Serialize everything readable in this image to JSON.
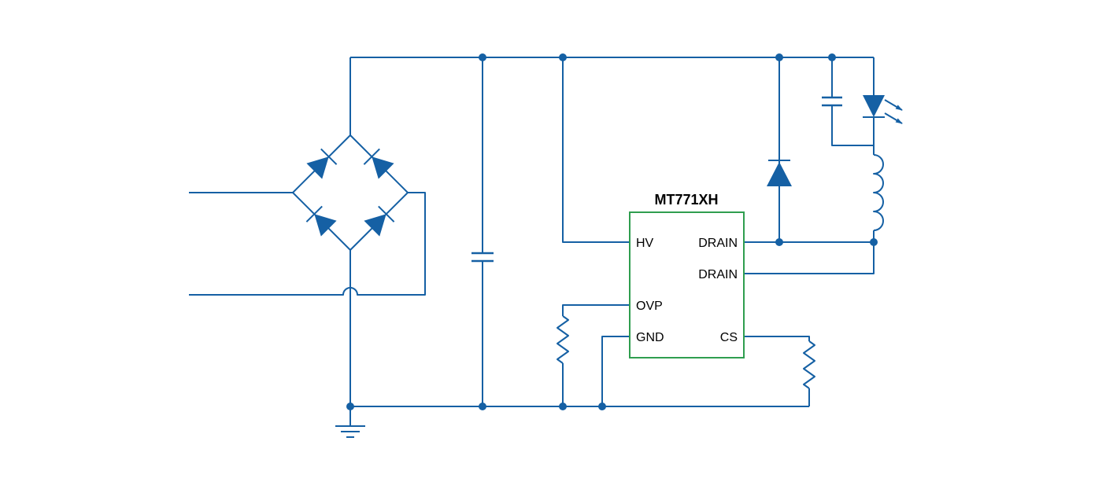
{
  "colors": {
    "wire": "#1560A4",
    "ic": "#2F9E4F",
    "text": "#000000",
    "bg": "#FFFFFF"
  },
  "ic": {
    "title": "MT771XH",
    "pins": {
      "hv": "HV",
      "ovp": "OVP",
      "gnd": "GND",
      "drain1": "DRAIN",
      "drain2": "DRAIN",
      "cs": "CS"
    }
  },
  "components": [
    "ac-input-lines",
    "bridge-rectifier",
    "bulk-capacitor",
    "flyback-diode",
    "output-capacitor",
    "led",
    "inductor",
    "ovp-resistor",
    "cs-resistor",
    "ground-symbol",
    "controller-ic"
  ]
}
